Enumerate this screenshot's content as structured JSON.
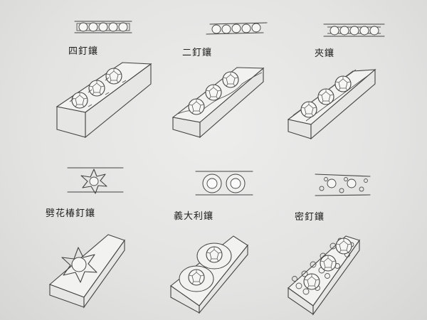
{
  "settings": [
    {
      "id": "four-prong",
      "label": "四釘鑲"
    },
    {
      "id": "two-prong",
      "label": "二釘鑲"
    },
    {
      "id": "channel",
      "label": "夾鑲"
    },
    {
      "id": "star",
      "label": "劈花椿釘鑲"
    },
    {
      "id": "italian",
      "label": "義大利鑲"
    },
    {
      "id": "pave",
      "label": "密釘鑲"
    }
  ]
}
